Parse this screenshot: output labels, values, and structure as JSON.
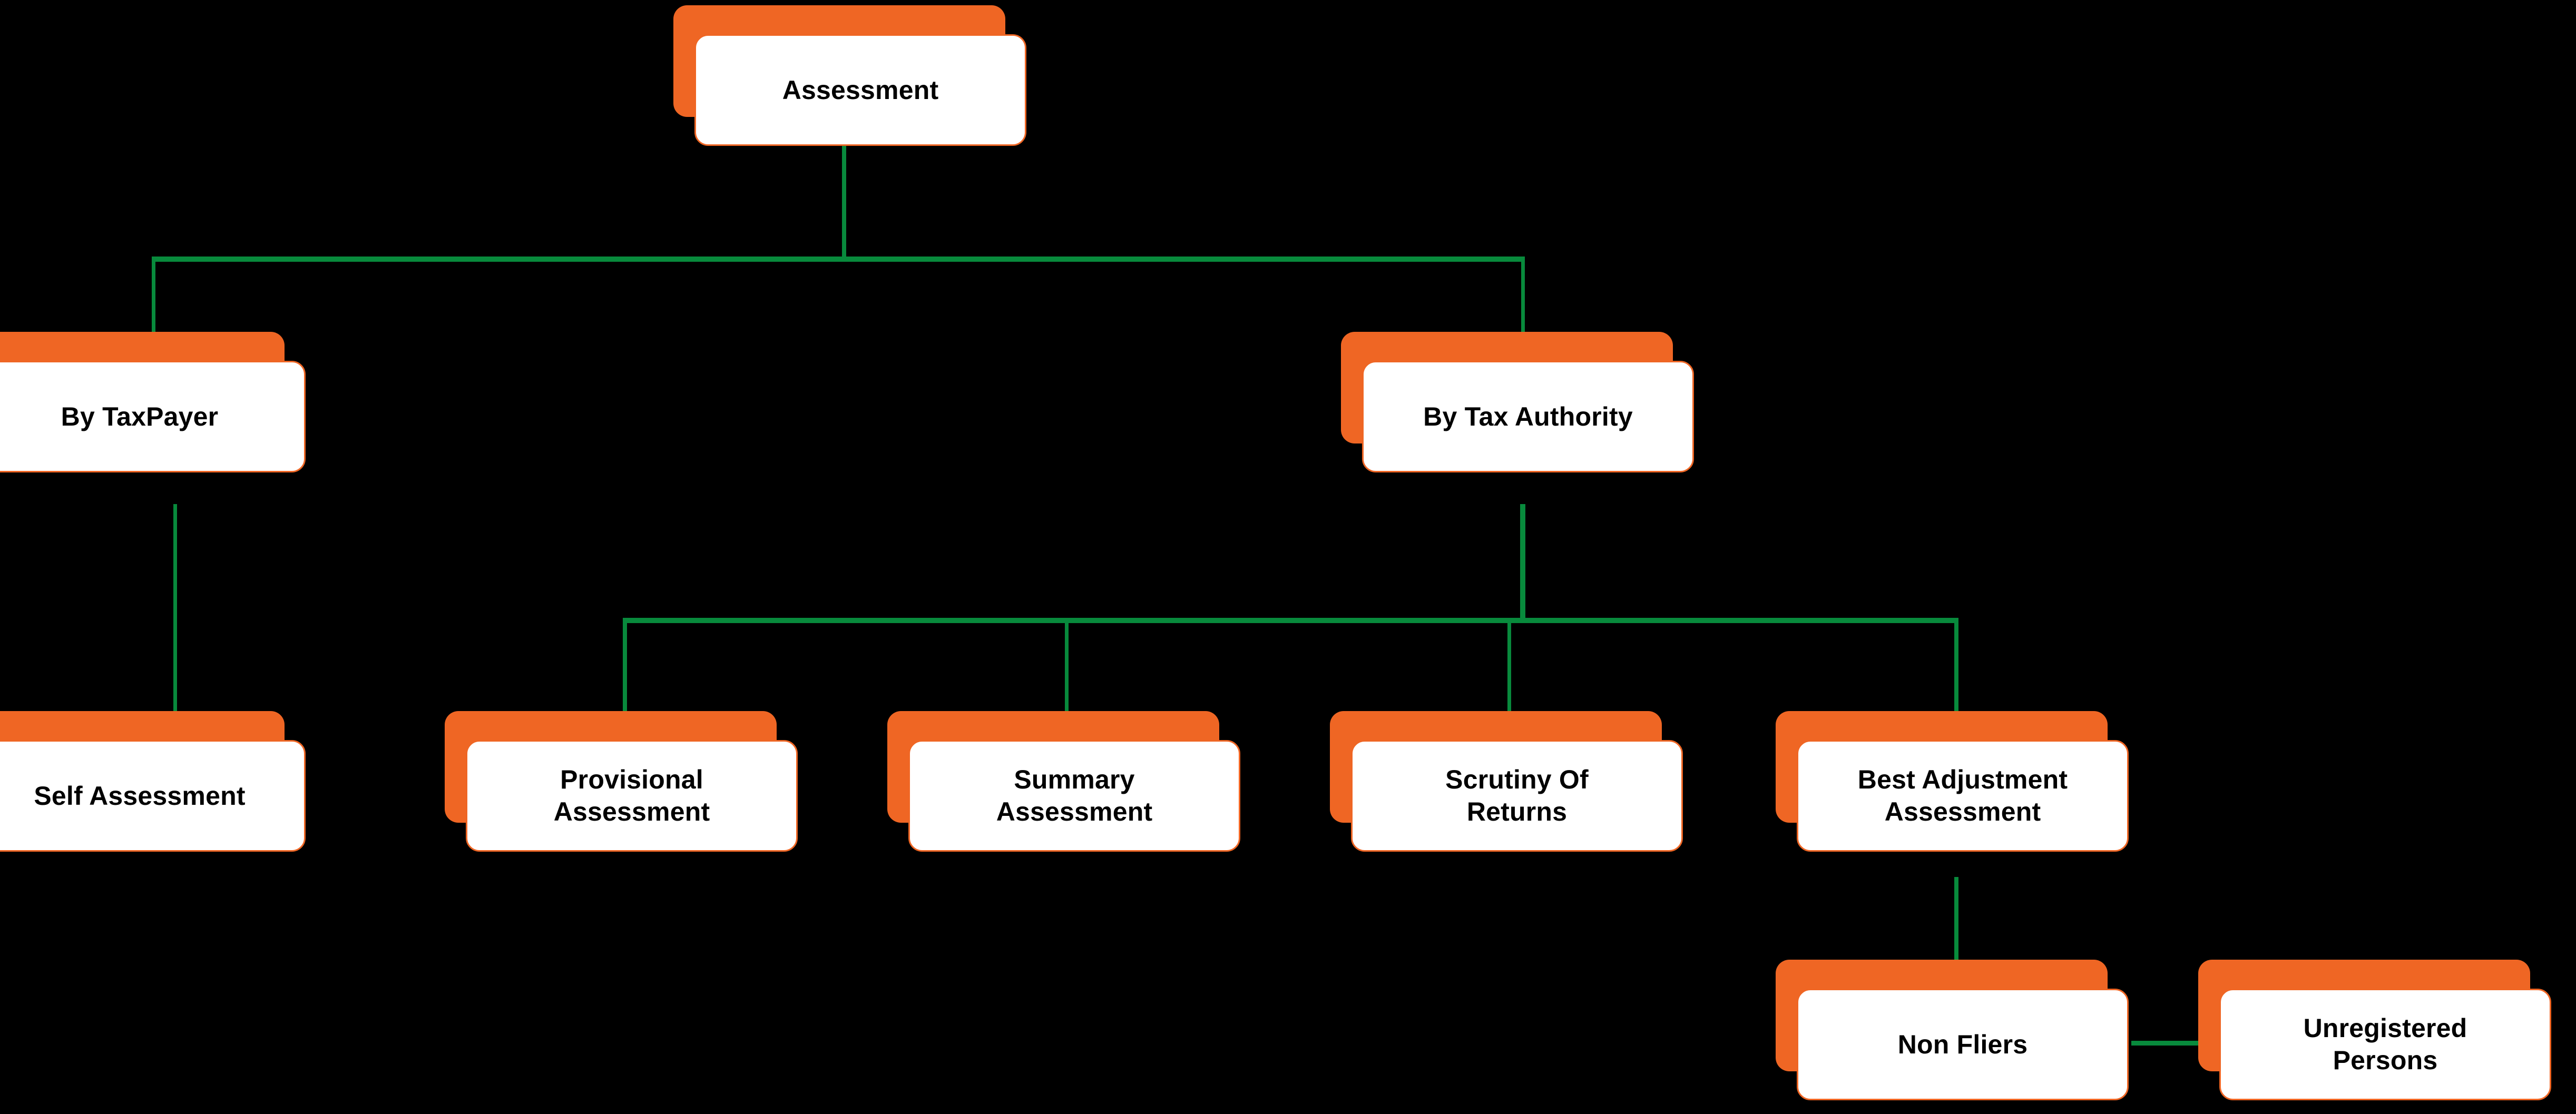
{
  "diagram": {
    "title": "Assessment",
    "type": "hierarchy-tree",
    "background_color": "#000000",
    "node_fill_color": "#ffffff",
    "node_accent_color": "#ef6624",
    "connector_color": "#088a3c",
    "text_color": "#000000"
  },
  "nodes": {
    "assessment": {
      "label": "Assessment"
    },
    "by_taxpayer": {
      "label": "By TaxPayer"
    },
    "by_tax_authority": {
      "label": "By Tax Authority"
    },
    "self_assessment": {
      "label": "Self Assessment"
    },
    "provisional_assessment": {
      "label": "Provisional\nAssessment"
    },
    "summary_assessment": {
      "label": "Summary\nAssessment"
    },
    "scrutiny_of_returns": {
      "label": "Scrutiny Of\nReturns"
    },
    "best_adjustment_assessment": {
      "label": "Best Adjustment\nAssessment"
    },
    "non_fliers": {
      "label": "Non Fliers"
    },
    "unregistered_persons": {
      "label": "Unregistered\nPersons"
    }
  },
  "edges": [
    {
      "from": "assessment",
      "to": "by_taxpayer"
    },
    {
      "from": "assessment",
      "to": "by_tax_authority"
    },
    {
      "from": "by_taxpayer",
      "to": "self_assessment"
    },
    {
      "from": "by_tax_authority",
      "to": "provisional_assessment"
    },
    {
      "from": "by_tax_authority",
      "to": "summary_assessment"
    },
    {
      "from": "by_tax_authority",
      "to": "scrutiny_of_returns"
    },
    {
      "from": "by_tax_authority",
      "to": "best_adjustment_assessment"
    },
    {
      "from": "best_adjustment_assessment",
      "to": "non_fliers"
    },
    {
      "from": "non_fliers",
      "to": "unregistered_persons"
    }
  ]
}
